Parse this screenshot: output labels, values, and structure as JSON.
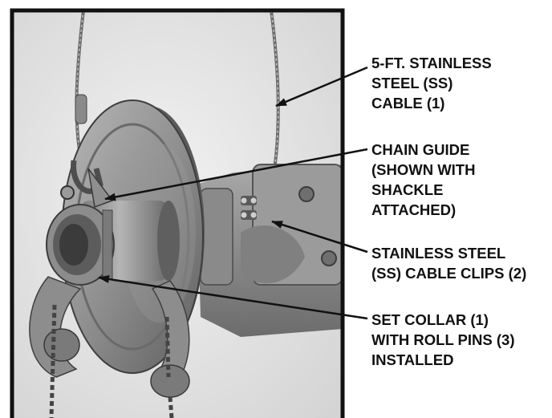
{
  "callouts": {
    "cable": [
      "5-FT. STAINLESS",
      "STEEL (SS)",
      "CABLE (1)"
    ],
    "chain_guide": [
      "CHAIN GUIDE",
      "(SHOWN WITH",
      "SHACKLE",
      "ATTACHED)"
    ],
    "cable_clips": [
      "STAINLESS STEEL",
      "(SS) CABLE CLIPS (2)"
    ],
    "set_collar": [
      "SET COLLAR (1)",
      "WITH ROLL PINS (3)",
      "INSTALLED"
    ]
  },
  "colors": {
    "frame": "#111111",
    "photo_background": "#e4e4e4",
    "metal_dark": "#6f6f6f",
    "metal_mid": "#9a9a9a",
    "metal_light": "#c4c4c4",
    "arrow": "#111111"
  },
  "icons": [
    "cable-icon",
    "shackle-icon",
    "sprocket-wheel-icon",
    "set-collar-icon",
    "cable-clip-icon",
    "chain-icon"
  ]
}
